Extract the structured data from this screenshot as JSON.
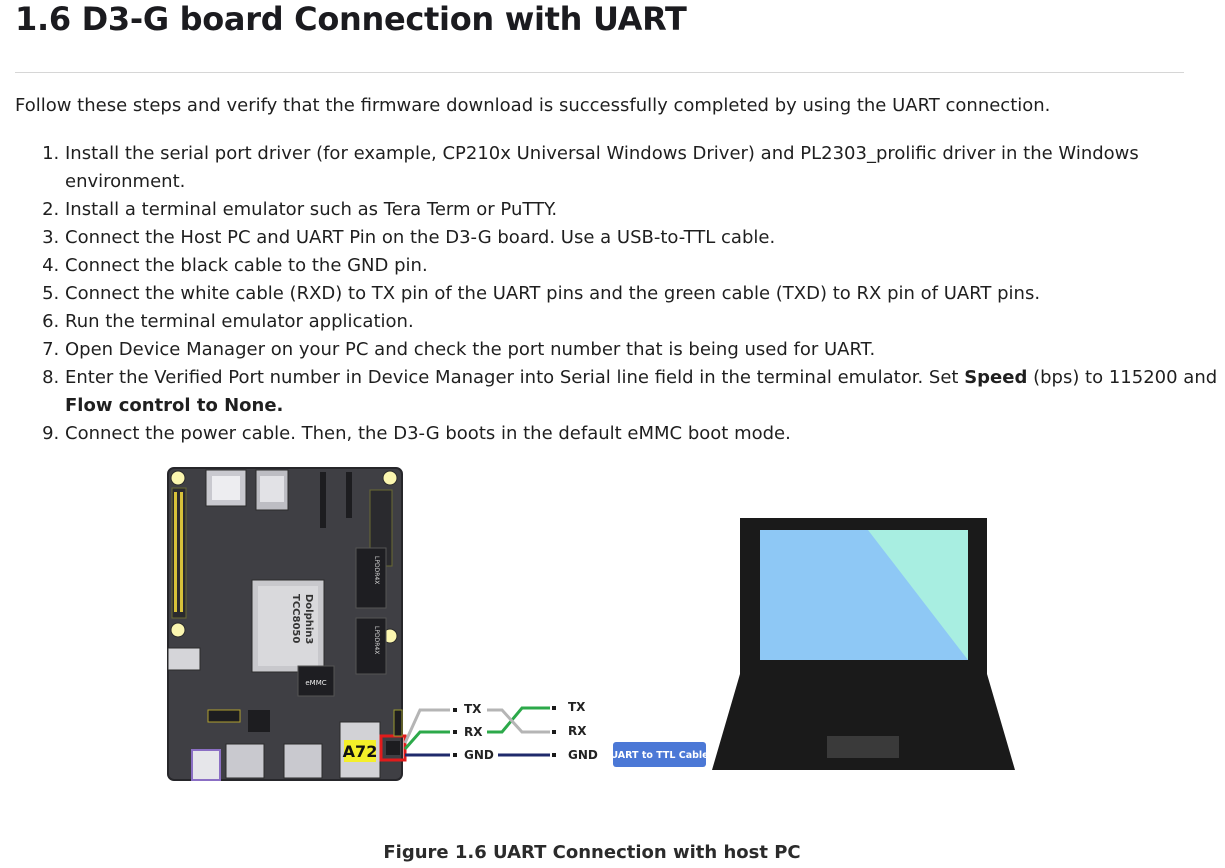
{
  "heading": "1.6 D3-G board Connection with UART",
  "intro": "Follow these steps and verify that the firmware download is successfully completed by using the UART connection.",
  "steps": [
    {
      "text": "Install the serial port driver (for example, CP210x Universal Windows Driver) and PL2303_prolific driver in the Windows environment."
    },
    {
      "text": "Install a terminal emulator such as Tera Term or PuTTY."
    },
    {
      "text": "Connect the Host PC and UART Pin on the D3-G board. Use a USB-to-TTL cable."
    },
    {
      "text": "Connect the black cable to the GND pin."
    },
    {
      "text": "Connect the white cable (RXD) to TX pin of the UART pins and the green cable (TXD) to RX pin of UART pins."
    },
    {
      "text": "Run the terminal emulator application."
    },
    {
      "text": "Open Device Manager on your PC and check the port number that is being used for UART."
    },
    {
      "text_a": "Enter the Verified Port number in Device Manager into Serial line field in the terminal emulator. Set ",
      "bold_a": "Speed",
      "text_b": " (bps) to 115200 and ",
      "bold_b": "Flow control to None."
    },
    {
      "text": "Connect the power cable. Then, the D3-G boots in the default eMMC boot mode."
    }
  ],
  "figure": {
    "board": {
      "chip_line1": "Dolphin3",
      "chip_line2": "TCC8050",
      "emmc": "eMMC",
      "lpddr_1": "LPDDR4X",
      "lpddr_2": "LPDDR4X",
      "core_label": "A72"
    },
    "left_pins": {
      "tx": "TX",
      "rx": "RX",
      "gnd": "GND"
    },
    "right_pins": {
      "tx": "TX",
      "rx": "RX",
      "gnd": "GND"
    },
    "cable_badge": "UART to TTL Cable",
    "colors": {
      "white_wire": "#b5b5b5",
      "green_wire": "#2ca94a",
      "black_wire": "#1f2a6b",
      "badge": "#4b78d6",
      "highlight": "#e11b1b",
      "screen_a": "#a8eee1",
      "screen_b": "#8ec8f5"
    }
  },
  "caption": "Figure 1.6 UART Connection with host PC"
}
